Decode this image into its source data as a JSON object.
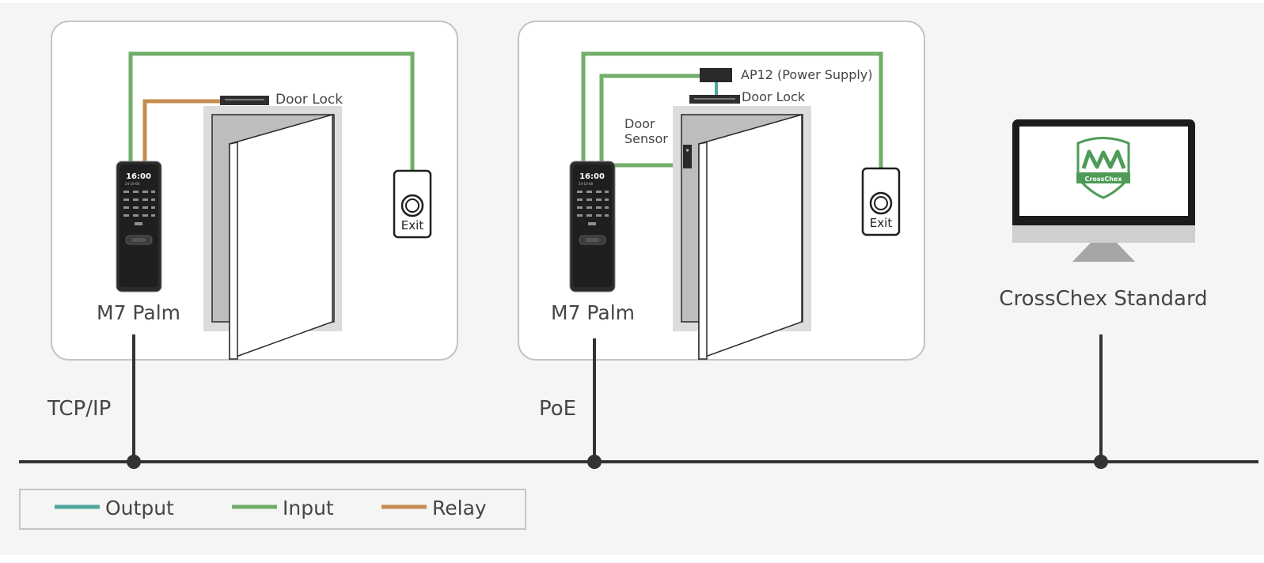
{
  "colors": {
    "output": "#4fa6a0",
    "input": "#72ad6a",
    "relay": "#c48d4f",
    "line": "#333333",
    "panel_border": "#c4c4c4",
    "background": "#f5f5f4"
  },
  "panel1": {
    "device_label": "M7 Palm",
    "device_time": "16:00",
    "device_date": "24-10-08",
    "door_lock_label": "Door Lock",
    "exit_label": "Exit"
  },
  "panel2": {
    "device_label": "M7 Palm",
    "device_time": "16:00",
    "device_date": "24-10-08",
    "power_supply_label": "AP12 (Power Supply)",
    "door_lock_label": "Door Lock",
    "door_sensor_label_line1": "Door",
    "door_sensor_label_line2": "Sensor",
    "exit_label": "Exit"
  },
  "software": {
    "label": "CrossChex Standard",
    "logo_text": "CrossChex",
    "logo_icon": "crosschex-shield-logo-icon",
    "monitor_icon": "monitor-icon"
  },
  "connections": {
    "left": "TCP/IP",
    "middle": "PoE"
  },
  "legend": {
    "output": "Output",
    "input": "Input",
    "relay": "Relay"
  }
}
